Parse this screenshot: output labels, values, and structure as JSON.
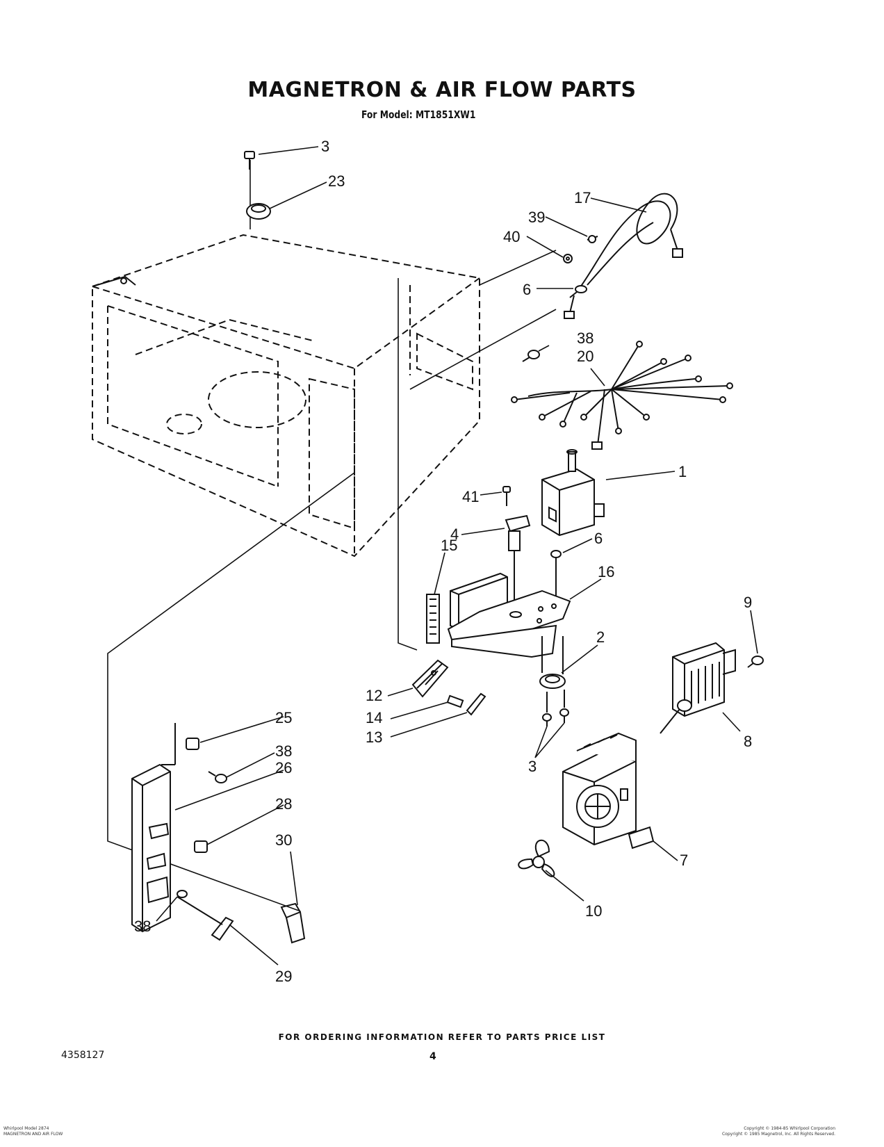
{
  "header": {
    "title": "MAGNETRON & AIR FLOW PARTS",
    "model_line": "For Model: MT1851XW1"
  },
  "callouts": [
    {
      "id": "c3a",
      "label": "3"
    },
    {
      "id": "c23",
      "label": "23"
    },
    {
      "id": "c17",
      "label": "17"
    },
    {
      "id": "c39",
      "label": "39"
    },
    {
      "id": "c40",
      "label": "40"
    },
    {
      "id": "c6a",
      "label": "6"
    },
    {
      "id": "c38a",
      "label": "38"
    },
    {
      "id": "c20",
      "label": "20"
    },
    {
      "id": "c1",
      "label": "1"
    },
    {
      "id": "c41",
      "label": "41"
    },
    {
      "id": "c4",
      "label": "4"
    },
    {
      "id": "c6b",
      "label": "6"
    },
    {
      "id": "c15",
      "label": "15"
    },
    {
      "id": "c16",
      "label": "16"
    },
    {
      "id": "c9",
      "label": "9"
    },
    {
      "id": "c2",
      "label": "2"
    },
    {
      "id": "c12",
      "label": "12"
    },
    {
      "id": "c14",
      "label": "14"
    },
    {
      "id": "c13",
      "label": "13"
    },
    {
      "id": "c3b",
      "label": "3"
    },
    {
      "id": "c8",
      "label": "8"
    },
    {
      "id": "c25",
      "label": "25"
    },
    {
      "id": "c38b",
      "label": "38"
    },
    {
      "id": "c26",
      "label": "26"
    },
    {
      "id": "c28",
      "label": "28"
    },
    {
      "id": "c30",
      "label": "30"
    },
    {
      "id": "c7",
      "label": "7"
    },
    {
      "id": "c10",
      "label": "10"
    },
    {
      "id": "c38c",
      "label": "38"
    },
    {
      "id": "c29",
      "label": "29"
    }
  ],
  "footer": {
    "order_note": "FOR ORDERING INFORMATION REFER TO PARTS PRICE LIST",
    "doc_number": "4358127",
    "page_number": "4",
    "fine_left": [
      "Whirlpool Model 2874",
      "MAGNETRON AND AIR FLOW"
    ],
    "fine_right": [
      "Copyright © 1984-85 Whirlpool Corporation",
      "Copyright © 1985 Magnetrol, Inc. All Rights Reserved."
    ]
  }
}
